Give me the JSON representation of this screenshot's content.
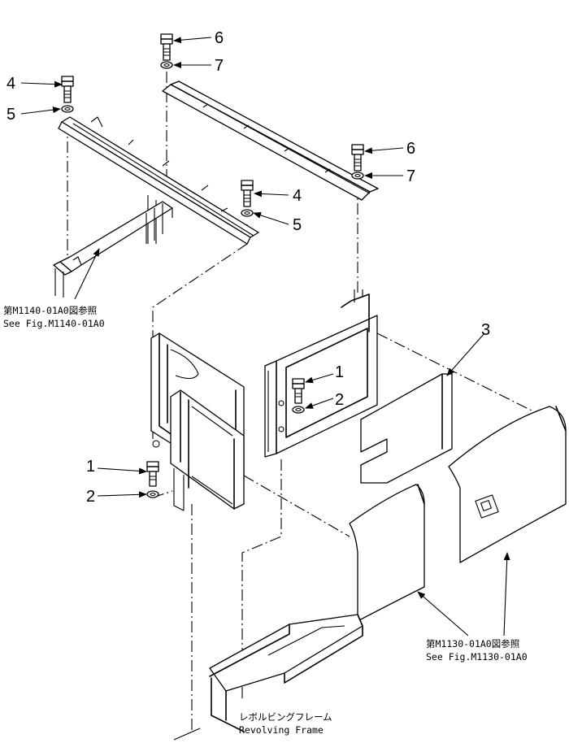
{
  "labels": {
    "p6_top": "6",
    "p7_top": "7",
    "p4_left": "4",
    "p5_left": "5",
    "p6_right": "6",
    "p7_right": "7",
    "p4_mid": "4",
    "p5_mid": "5",
    "p3": "3",
    "p1_mid": "1",
    "p2_mid": "2",
    "p1_left": "1",
    "p2_left": "2"
  },
  "references": {
    "left_jp": "第M1140-01A0図参照",
    "left_en": "See Fig.M1140-01A0",
    "right_jp": "第M1130-01A0図参照",
    "right_en": "See Fig.M1130-01A0",
    "bottom_jp": "レボルビングフレーム",
    "bottom_en": "Revolving Frame"
  },
  "icons": [
    "bolt-icon",
    "washer-icon",
    "arrow-icon"
  ]
}
